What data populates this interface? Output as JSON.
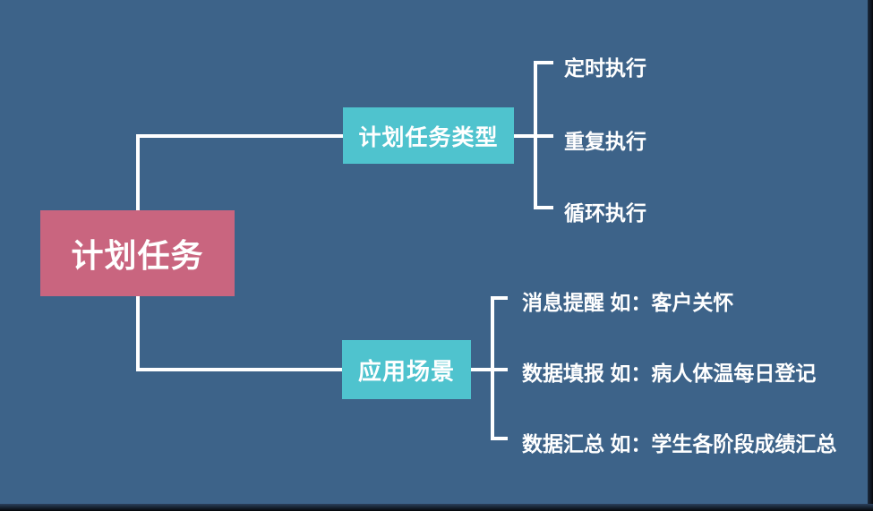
{
  "canvas": {
    "background_color": "#3d6389",
    "line_color": "#ffffff",
    "edge_shadow_color": "#0a0f16"
  },
  "root": {
    "label": "计划任务",
    "color": "#c9657f",
    "text_color": "#ffffff"
  },
  "branches": [
    {
      "label": "计划任务类型",
      "color": "#4fc3ce",
      "text_color": "#ffffff",
      "children": [
        {
          "label": "定时执行"
        },
        {
          "label": "重复执行"
        },
        {
          "label": "循环执行"
        }
      ]
    },
    {
      "label": "应用场景",
      "color": "#4fc3ce",
      "text_color": "#ffffff",
      "children": [
        {
          "label": "消息提醒 如：客户关怀"
        },
        {
          "label": "数据填报 如：病人体温每日登记"
        },
        {
          "label": "数据汇总 如：学生各阶段成绩汇总"
        }
      ]
    }
  ]
}
